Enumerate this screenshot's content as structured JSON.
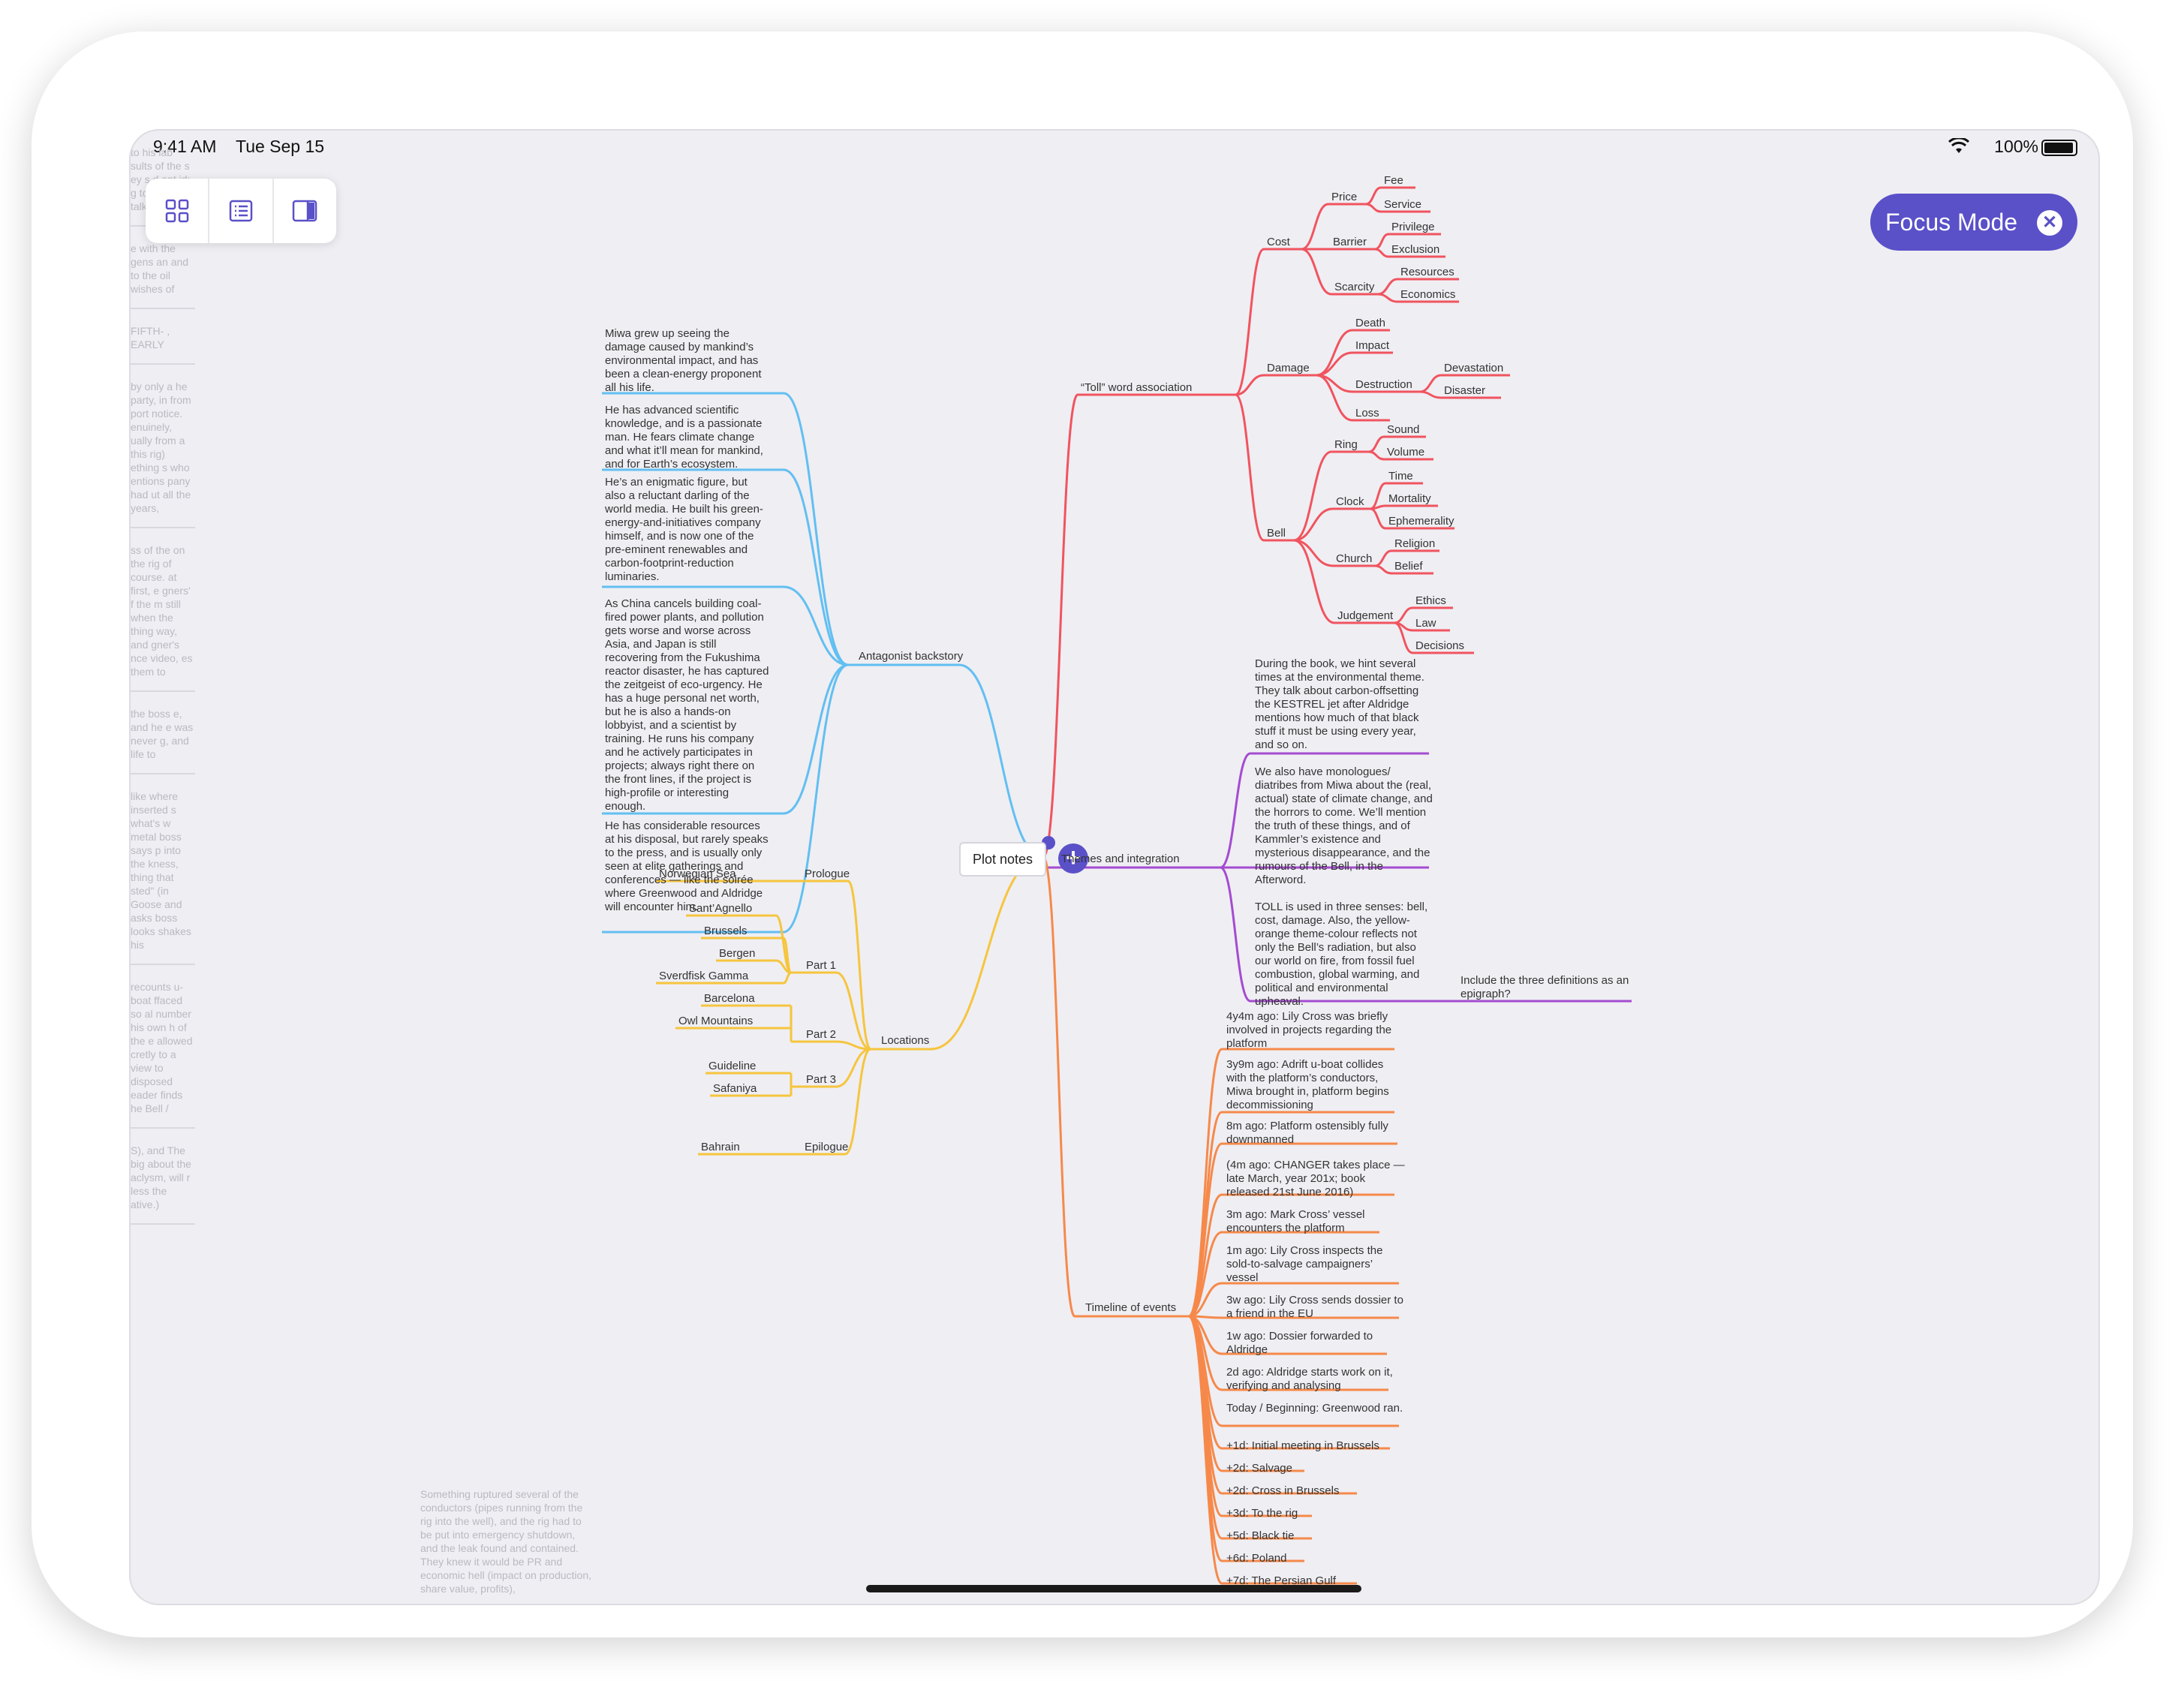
{
  "status_bar": {
    "time": "9:41 AM",
    "date": "Tue Sep 15",
    "battery": "100%"
  },
  "toolbar": {
    "buttons": [
      "grid-view-icon",
      "list-view-icon",
      "sidebar-icon"
    ]
  },
  "focus_mode": {
    "label": "Focus Mode"
  },
  "root": {
    "label": "Plot notes"
  },
  "colors": {
    "toll": "#f0545f",
    "antagonist": "#62bff2",
    "themes": "#a44bd0",
    "locations": "#f6c53e",
    "timeline": "#f6894a",
    "accent": "#5a50c8"
  },
  "toll": {
    "label": "“Toll” word association",
    "cost": "Cost",
    "price": "Price",
    "fee": "Fee",
    "service": "Service",
    "barrier": "Barrier",
    "privilege": "Privilege",
    "exclusion": "Exclusion",
    "scarcity": "Scarcity",
    "resources": "Resources",
    "economics": "Economics",
    "damage": "Damage",
    "death": "Death",
    "impact": "Impact",
    "destruction": "Destruction",
    "devastation": "Devastation",
    "disaster": "Disaster",
    "loss": "Loss",
    "bell": "Bell",
    "ring": "Ring",
    "sound": "Sound",
    "volume": "Volume",
    "clock": "Clock",
    "time": "Time",
    "mortality": "Mortality",
    "ephemerality": "Ephemerality",
    "church": "Church",
    "religion": "Religion",
    "belief": "Belief",
    "judgement": "Judgement",
    "ethics": "Ethics",
    "law": "Law",
    "decisions": "Decisions"
  },
  "antagonist": {
    "label": "Antagonist backstory",
    "notes": [
      "Miwa grew up seeing the damage caused by mankind’s environmental impact, and has been a clean-energy proponent all his life.",
      "He has advanced scientific knowledge, and is a passionate man. He fears climate change and what it’ll mean for mankind, and for Earth’s ecosystem.",
      "He’s an enigmatic figure, but also a reluctant darling of the world media. He built his green-energy-and-initiatives company himself, and is now one of the pre-eminent renewables and carbon-footprint-reduction luminaries.",
      "As China cancels building coal-fired power plants, and pollution gets worse and worse across Asia, and Japan is still recovering from the Fukushima reactor disaster, he has captured the zeitgeist of eco-urgency. He has a huge personal net worth, but he is also a hands-on lobbyist, and a scientist by training. He runs his company and he actively participates in projects; always right there on the front lines, if the project is high-profile or interesting enough.",
      "He has considerable resources at his disposal, but rarely speaks to the press, and is usually only seen at elite gatherings and conferences — like the soirée where Greenwood and Aldridge will encounter him."
    ]
  },
  "themes": {
    "label": "Themes and integration",
    "notes": [
      "During the book, we hint several times at the environmental theme. They talk about carbon-offsetting the KESTREL jet after Aldridge mentions how much of that black stuff it must be using every year, and so on.",
      "We also have monologues/ diatribes from Miwa about the (real, actual) state of climate change, and the horrors to come. We’ll mention the truth of these things, and of Kammler’s existence and mysterious disappearance, and the rumours of the Bell, in the Afterword.",
      "TOLL is used in three senses: bell, cost, damage. Also, the yellow-orange theme-colour reflects not only the Bell’s radiation, but also our world on fire, from fossil fuel combustion, global warming, and political and environmental upheaval."
    ],
    "epigraph": "Include the three definitions as an epigraph?"
  },
  "locations": {
    "label": "Locations",
    "prologue": "Prologue",
    "norwegian_sea": "Norwegian Sea",
    "part1": "Part 1",
    "part1_items": [
      "Sant’Agnello",
      "Brussels",
      "Bergen",
      "Sverdfisk Gamma"
    ],
    "part2": "Part 2",
    "part2_items": [
      "Barcelona",
      "Owl Mountains"
    ],
    "part3": "Part 3",
    "part3_items": [
      "Guideline",
      "Safaniya"
    ],
    "epilogue": "Epilogue",
    "bahrain": "Bahrain"
  },
  "timeline": {
    "label": "Timeline of events",
    "items": [
      "4y4m ago: Lily Cross was briefly involved in projects regarding the platform",
      "3y9m ago: Adrift u-boat collides with the platform’s conductors, Miwa brought in, platform begins decommissioning",
      "8m ago: Platform ostensibly fully downmanned",
      "(4m ago: CHANGER takes place — late March, year 201x; book released 21st June 2016)",
      "3m ago: Mark Cross’ vessel encounters the platform",
      "1m ago: Lily Cross inspects the sold-to-salvage campaigners’ vessel",
      "3w ago: Lily Cross sends dossier to a friend in the EU",
      "1w ago: Dossier forwarded to Aldridge",
      "2d ago: Aldridge starts work on it, verifying and analysing",
      "Today / Beginning: Greenwood ran.",
      "+1d: Initial meeting in Brussels",
      "+2d: Salvage",
      "+2d: Cross in Brussels",
      "+3d: To the rig",
      "+5d: Black tie",
      "+6d: Poland",
      "+7d: The Persian Gulf"
    ]
  },
  "ghost_sidebar": [
    "to his lab sults of the s ey s d ant id; g to their to talk to",
    "e with the gens an and to the oil wishes of",
    "FIFTH- , EARLY",
    "by only a he party, in from port notice. enuinely, ually from a this rig) ething s who entions pany had ut all the years,",
    "ss of the on the rig of course. at first, e gners' f the m still when the thing way, and gner's nce video, es them to",
    "the boss e, and he e was never g, and life to",
    "like where inserted s what's w metal boss says p into the kness, thing that sted\" (in Goose and asks boss looks shakes his",
    "recounts u-boat ffaced so al number his own h of the e allowed cretly to a view to disposed eader finds he Bell /",
    "S), and The big about the aclysm, will r less the ative.)"
  ],
  "ghost_note": "Something ruptured several of the conductors (pipes running from the rig into the well), and the rig had to be put into emergency shutdown, and the leak found and contained. They knew it would be PR and economic hell (impact on production, share value, profits),"
}
